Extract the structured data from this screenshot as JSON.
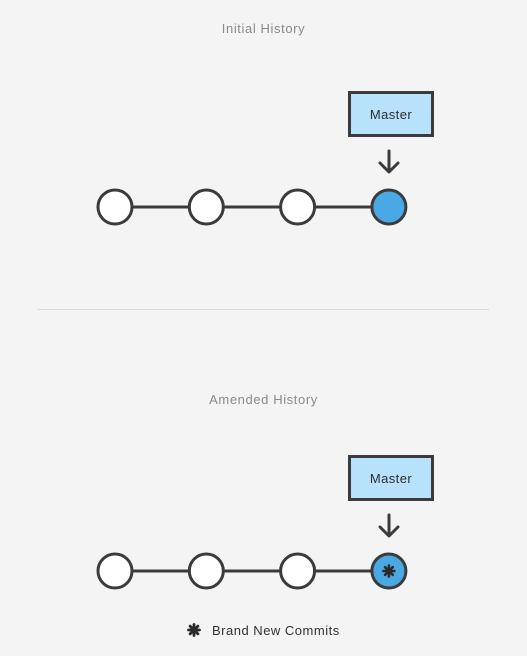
{
  "initial": {
    "title": "Initial History",
    "branch_label": "Master",
    "commits": [
      {
        "new": false,
        "head": false
      },
      {
        "new": false,
        "head": false
      },
      {
        "new": false,
        "head": false
      },
      {
        "new": false,
        "head": true
      }
    ]
  },
  "amended": {
    "title": "Amended History",
    "branch_label": "Master",
    "commits": [
      {
        "new": false,
        "head": false
      },
      {
        "new": false,
        "head": false
      },
      {
        "new": false,
        "head": false
      },
      {
        "new": true,
        "head": true
      }
    ]
  },
  "legend": {
    "label": "Brand New Commits",
    "icon": "asterisk-icon"
  },
  "colors": {
    "head_fill": "#4aa8e4",
    "branch_fill": "#b8e2fb",
    "stroke": "#3b3b3b",
    "commit_fill": "#ffffff"
  }
}
